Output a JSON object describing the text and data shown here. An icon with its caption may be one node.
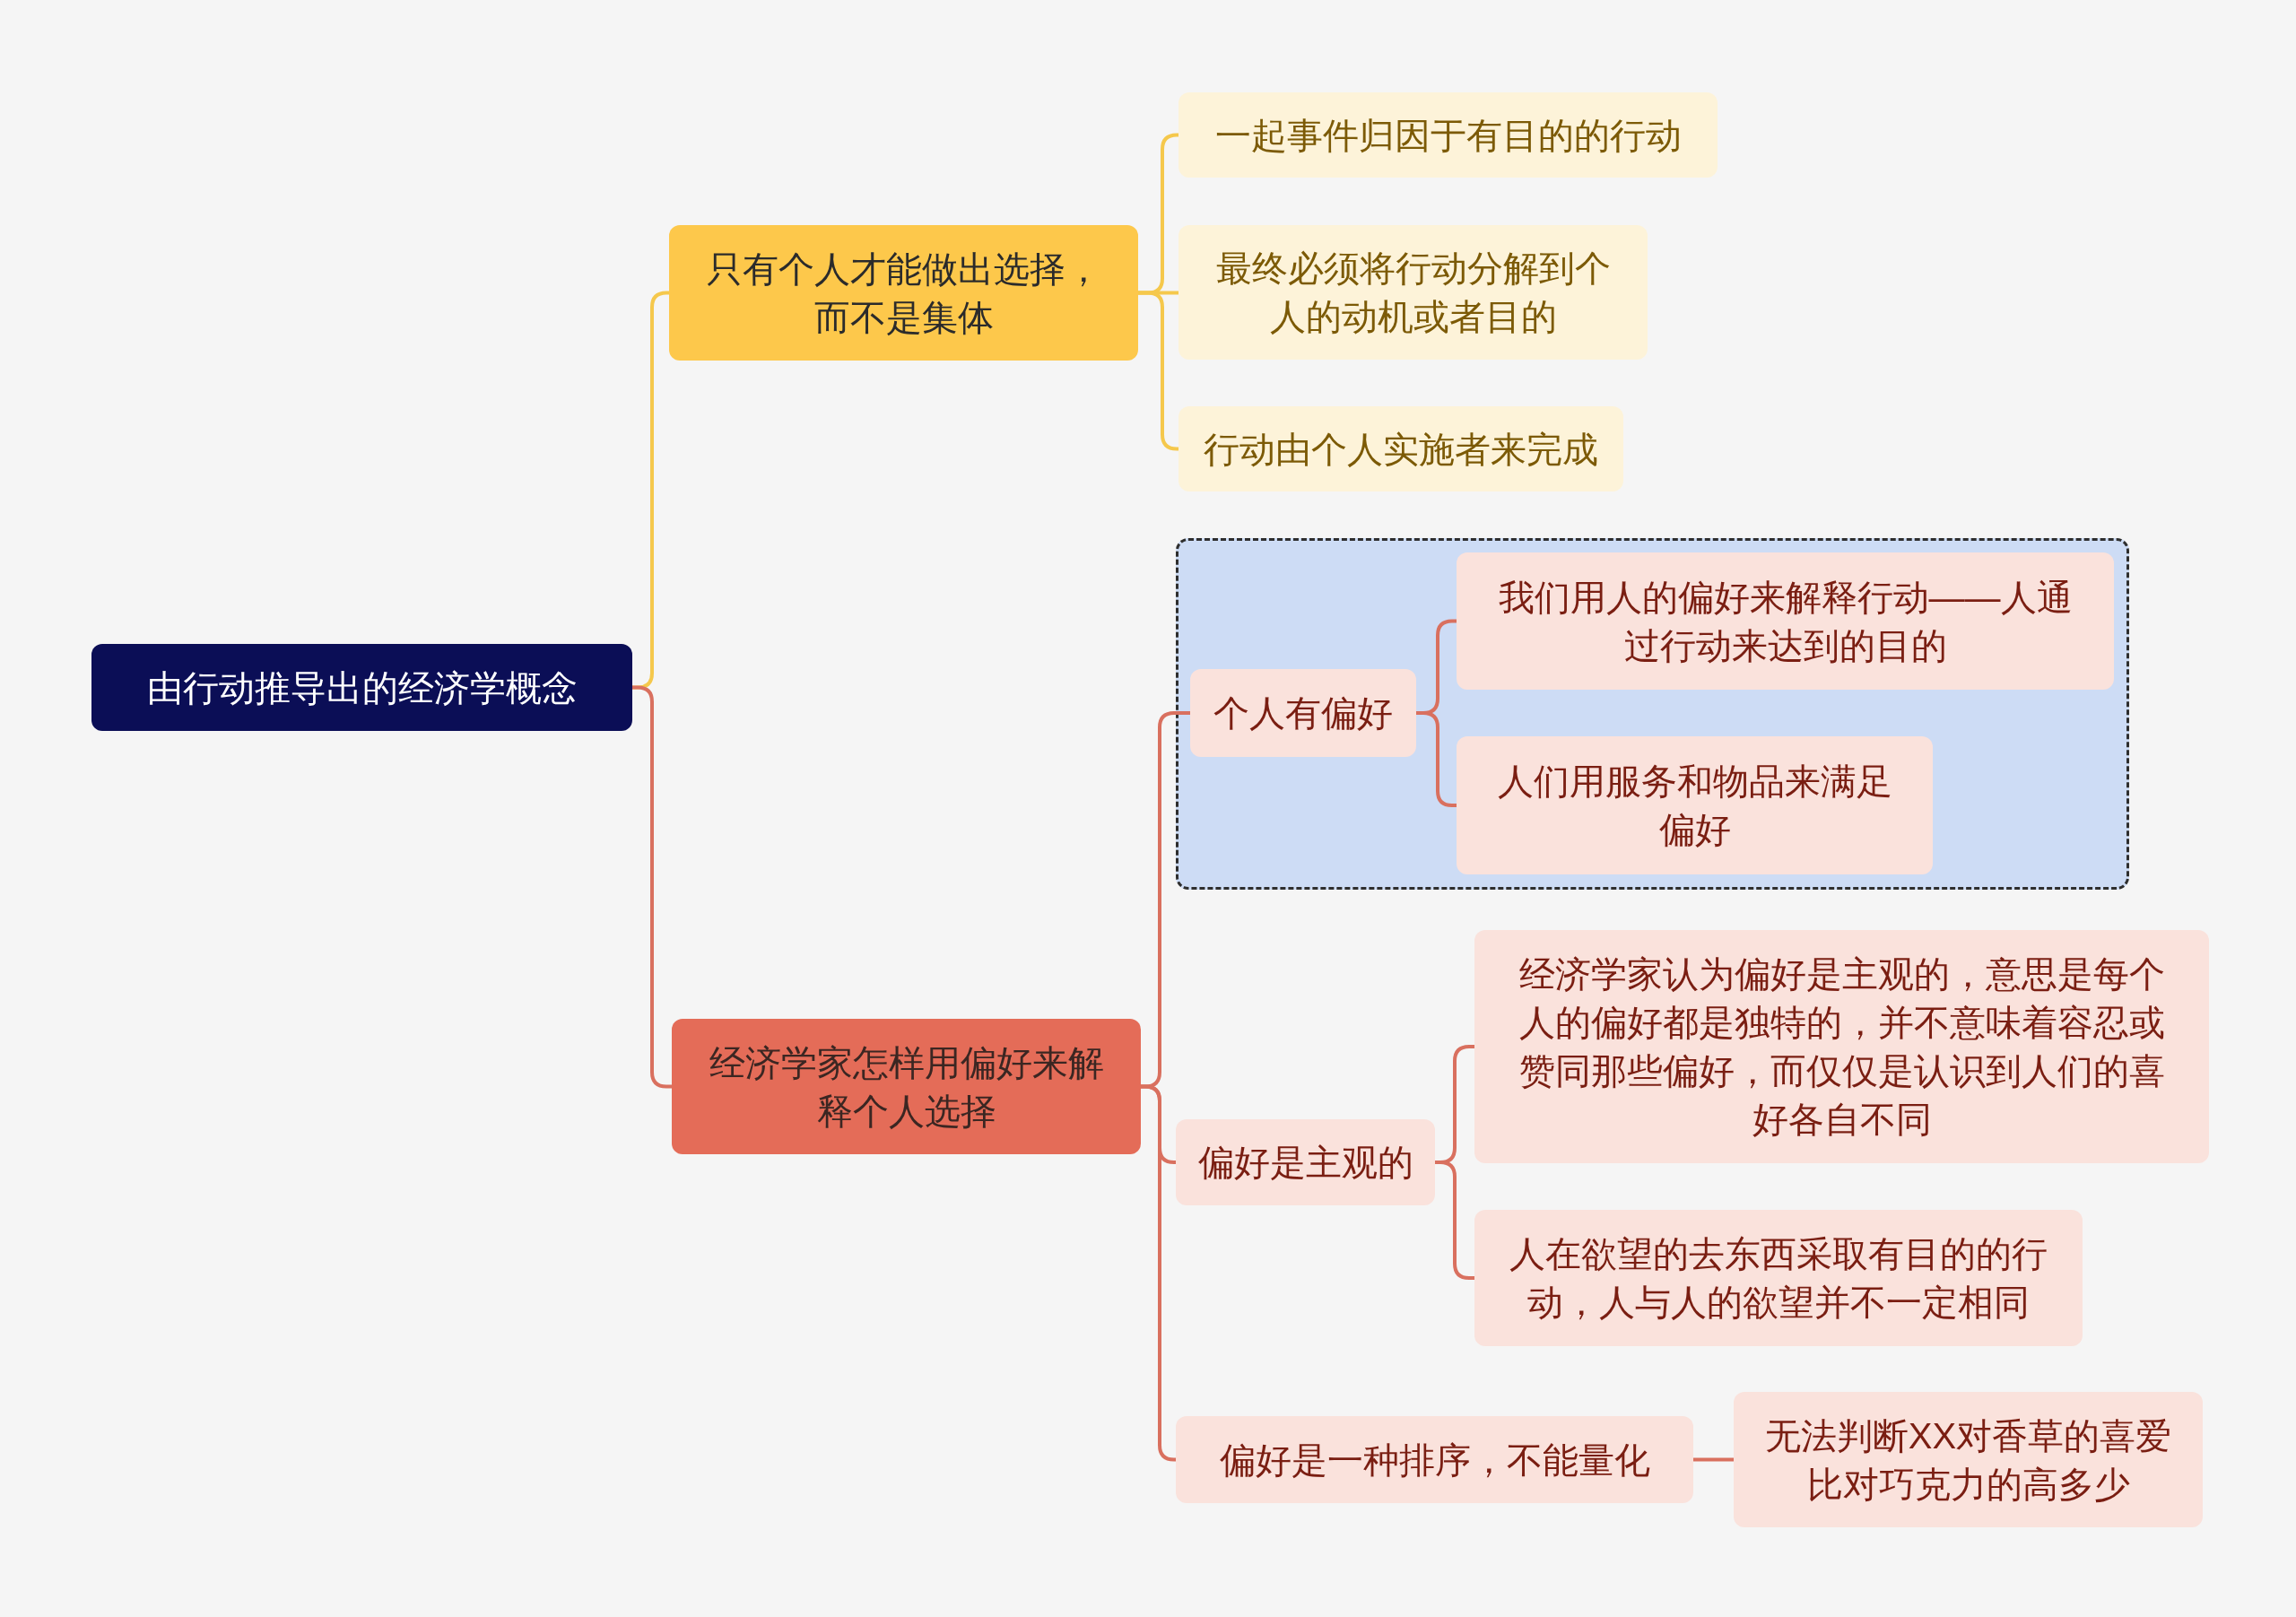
{
  "diagram": {
    "nodes": [
      {
        "text": [
          "由行动推导出的经济学概念"
        ]
      },
      {
        "text": [
          "只有个人才能做出选择，而不是集体"
        ]
      },
      {
        "text": [
          "一起事件归因于有目的的行动"
        ]
      },
      {
        "text": [
          "最终必须将行动分解到个人的动机或者目的"
        ]
      },
      {
        "text": [
          "行动由个人实施者来完成"
        ]
      },
      {
        "text": [
          "经济学家怎样用偏好来解释个人选择"
        ]
      },
      {
        "text": [],
        "shape": "box"
      },
      {
        "text": [
          "个人有偏好"
        ],
        "in": 6
      },
      {
        "text": [
          "我们用人的偏好来解释行动——人通过行动来达到的目的"
        ],
        "in": 6
      },
      {
        "text": [
          "人们用服务和物品来满足偏好"
        ],
        "in": 6
      },
      {
        "text": [
          "偏好是主观的"
        ]
      },
      {
        "text": [
          "经济学家认为偏好是主观的，意思是每个人的偏好都是独特的，并不意味着容忍或赞同那些偏好，而仅仅是认识到人们的喜好各自不同"
        ]
      },
      {
        "text": [
          "人在欲望的去东西采取有目的的行动，人与人的欲望并不一定相同"
        ]
      },
      {
        "text": [
          "偏好是一种排序，不能量化"
        ]
      },
      {
        "text": [
          "无法判断XX对香草的喜爱比对巧克力的高多少"
        ]
      }
    ],
    "edges": [
      {
        "from": 0,
        "to": 1,
        "arrow": "none",
        "color": "#f5c84c"
      },
      {
        "from": 1,
        "to": 2,
        "arrow": "none",
        "color": "#f5c84c"
      },
      {
        "from": 1,
        "to": 3,
        "arrow": "none",
        "color": "#f5c84c"
      },
      {
        "from": 1,
        "to": 4,
        "arrow": "none",
        "color": "#f5c84c"
      },
      {
        "from": 0,
        "to": 5,
        "arrow": "none"
      },
      {
        "from": 5,
        "to": 7,
        "arrow": "none"
      },
      {
        "from": 5,
        "to": 10,
        "arrow": "none"
      },
      {
        "from": 5,
        "to": 13,
        "arrow": "none"
      },
      {
        "from": 7,
        "to": 8,
        "arrow": "none"
      },
      {
        "from": 7,
        "to": 9,
        "arrow": "none"
      },
      {
        "from": 10,
        "to": 11,
        "arrow": "none"
      },
      {
        "from": 10,
        "to": 12,
        "arrow": "none"
      },
      {
        "from": 13,
        "to": 14,
        "arrow": "none"
      }
    ]
  }
}
